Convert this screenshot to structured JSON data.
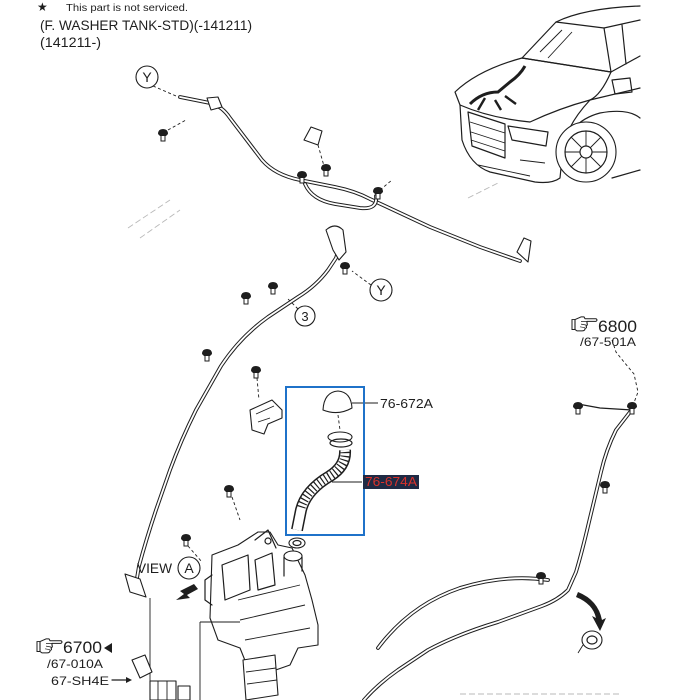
{
  "header": {
    "star": "★",
    "note": "This part is not serviced.",
    "title": "(F. WASHER TANK-STD)(-141211)",
    "range": "(141211-)"
  },
  "callouts": {
    "ref_y_top": "Y",
    "ref_y_mid": "Y",
    "ref_3": "3",
    "view_label": "VIEW",
    "view_ref": "A"
  },
  "parts": {
    "filler_cap": "76-672A",
    "filler_hose": "76-674A"
  },
  "references": {
    "upper": {
      "code": "6800",
      "sub": "/67-501A"
    },
    "lower": {
      "code": "6700",
      "sub": "/67-010A"
    }
  },
  "connector_code": "67-SH4E",
  "icons": {
    "reference_pointer": "hand-pointer-icon",
    "fastener": "clip-fastener-icon",
    "view_arrow": "arrow-icon"
  },
  "colors": {
    "line": "#1e1e1e",
    "highlight_box": "#1f72c9",
    "hose_label_bg": "#1f2a44",
    "hose_label_text": "#d8322c"
  }
}
